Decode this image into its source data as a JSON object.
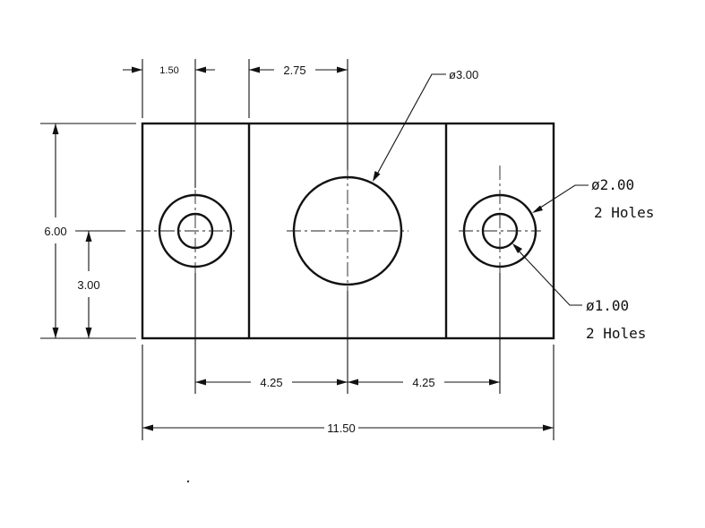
{
  "dimensions": {
    "left_slot_width": "1.50",
    "center_offset": "2.75",
    "overall_height": "6.00",
    "hole_center_height": "3.00",
    "left_spacing": "4.25",
    "right_spacing": "4.25",
    "overall_width": "11.50"
  },
  "callouts": {
    "center_hole": "ø3.00",
    "large_holes_diameter": "ø2.00",
    "large_holes_count": "2 Holes",
    "small_holes_diameter": "ø1.00",
    "small_holes_count": "2 Holes"
  }
}
